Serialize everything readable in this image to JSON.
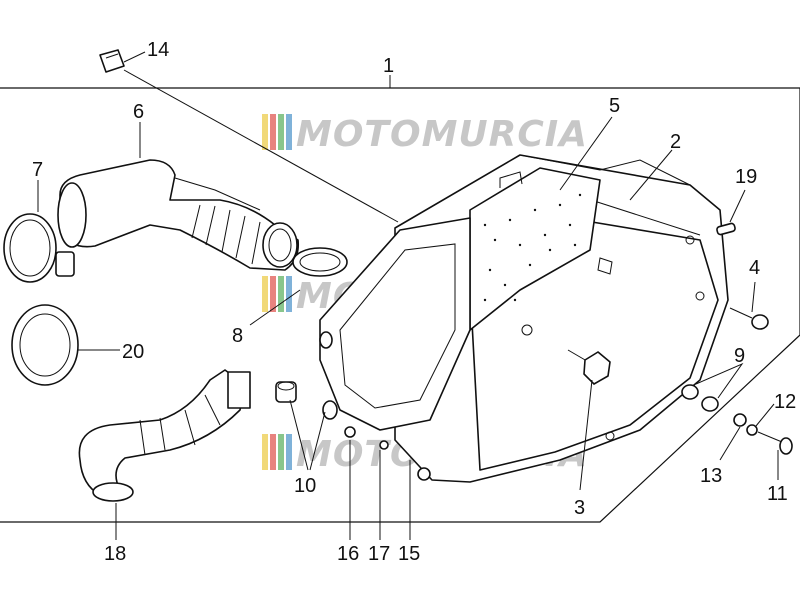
{
  "callouts": {
    "c1": "1",
    "c2": "2",
    "c3": "3",
    "c4": "4",
    "c5": "5",
    "c6": "6",
    "c7": "7",
    "c8": "8",
    "c9": "9",
    "c10": "10",
    "c11": "11",
    "c12": "12",
    "c13": "13",
    "c14": "14",
    "c15": "15",
    "c16": "16",
    "c17": "17",
    "c18": "18",
    "c19": "19",
    "c20": "20"
  },
  "watermark": {
    "text": "MOTOMURCIA",
    "stripe_colors": [
      "#e8c020",
      "#d9302a",
      "#3aa040",
      "#2a7fc0"
    ]
  }
}
